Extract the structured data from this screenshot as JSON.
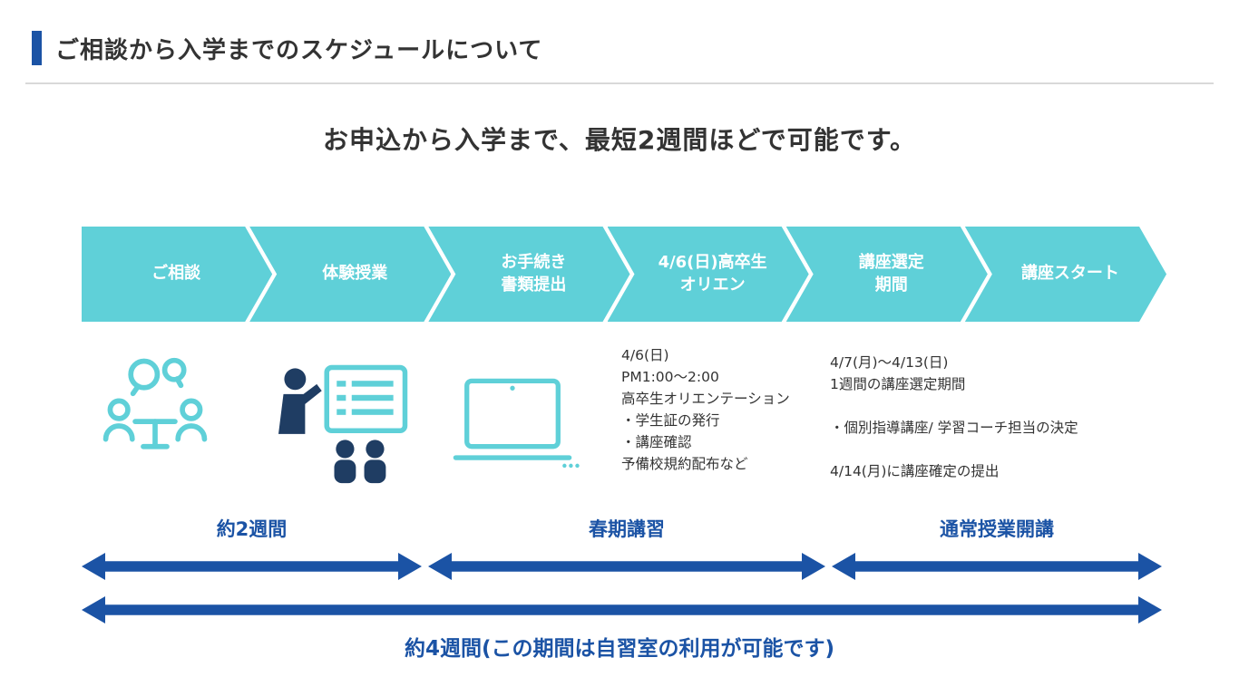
{
  "page": {
    "title": "ご相談から入学までのスケジュールについて",
    "subtitle": "お申込から入学まで、最短2週間ほどで可能です。"
  },
  "steps": [
    {
      "label": "ご相談"
    },
    {
      "label": "体験授業"
    },
    {
      "label": "お手続き\n書類提出"
    },
    {
      "label": "4/6(日)高卒生\nオリエン"
    },
    {
      "label": "講座選定\n期間"
    },
    {
      "label": "講座スタート"
    }
  ],
  "details": [
    {
      "text": "4/6(日)\nPM1:00〜2:00\n高卒生オリエンテーション\n・学生証の発行\n・講座確認\n予備校規約配布など"
    },
    {
      "text": "4/7(月)〜4/13(日)\n1週間の講座選定期間\n\n・個別指導講座/ 学習コーチ担当の決定\n\n4/14(月)に講座確定の提出"
    }
  ],
  "timeline": {
    "phases": [
      {
        "label": "約2週間"
      },
      {
        "label": "春期講習"
      },
      {
        "label": "通常授業開講"
      }
    ],
    "overall_label": "約4週間(この期間は自習室の利用が可能です)"
  },
  "icons": [
    {
      "name": "consultation-icon"
    },
    {
      "name": "trial-lesson-icon"
    },
    {
      "name": "laptop-icon"
    }
  ],
  "colors": {
    "accent_blue": "#1B53A5",
    "chevron_teal": "#5FD0D8",
    "icon_navy": "#1F3D63",
    "text_dark": "#333333",
    "divider_gray": "#d9d9d9"
  }
}
